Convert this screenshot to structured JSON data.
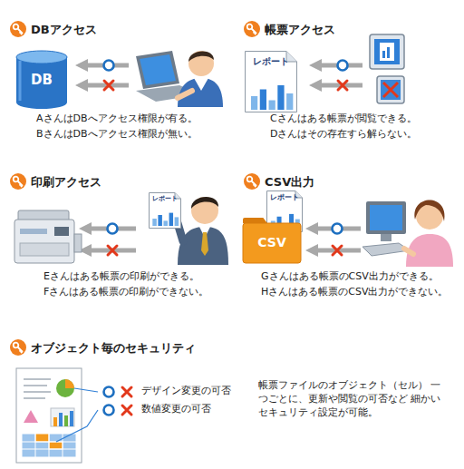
{
  "diagram": {
    "nodes": [
      {
        "text": [
          "DB"
        ]
      },
      {
        "text": [
          "レポート"
        ]
      },
      {
        "text": [
          "レポート"
        ]
      },
      {
        "text": [
          "レポート"
        ]
      },
      {
        "text": [
          "CSV"
        ]
      }
    ],
    "labels": [
      "DBアクセス",
      "帳票アクセス",
      "AさんはDBへアクセス権限が有る。",
      "BさんはDBへアクセス権限が無い。",
      "Cさんはある帳票が閲覧できる。",
      "Dさんはその存在すら解らない。",
      "印刷アクセス",
      "CSV出力",
      "Eさんはある帳票の印刷ができる。",
      "Fさんはある帳票の印刷ができない。",
      "Gさんはある帳票のCSV出力ができる。",
      "Hさんはある帳票のCSV出力ができない。",
      "オブジェクト毎のセキュリティ",
      "デザイン変更の可否",
      "数値変更の可否",
      "帳票ファイルのオブジェクト（セル） 一つごとに、更新や閲覧の可否など 細かいセキュリティ設定が可能。"
    ]
  }
}
